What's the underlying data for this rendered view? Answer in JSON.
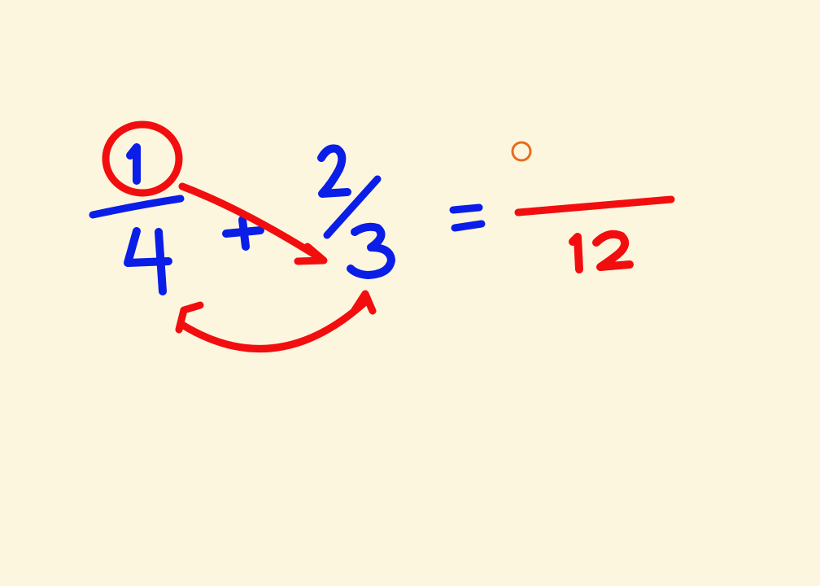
{
  "board": {
    "background_color": "#fdf6df"
  },
  "colors": {
    "blue_ink": "#0a1ee8",
    "red_ink": "#f20e0e",
    "pointer_glow": "#f4d96a",
    "pointer_mark": "#ea6a1e"
  },
  "expression": {
    "fraction_1": {
      "numerator": 1,
      "denominator": 4
    },
    "operator": "+",
    "fraction_2": {
      "numerator": 2,
      "denominator": 3
    },
    "equals": "=",
    "result": {
      "numerator": null,
      "denominator": 12
    }
  },
  "annotations": {
    "circled_term": "numerator-1",
    "arrow_from_numerator_1_to_denominator_3": true,
    "curved_arrow_between_denominators": true
  },
  "pointer": {
    "icon": "pen-pointer-icon"
  }
}
